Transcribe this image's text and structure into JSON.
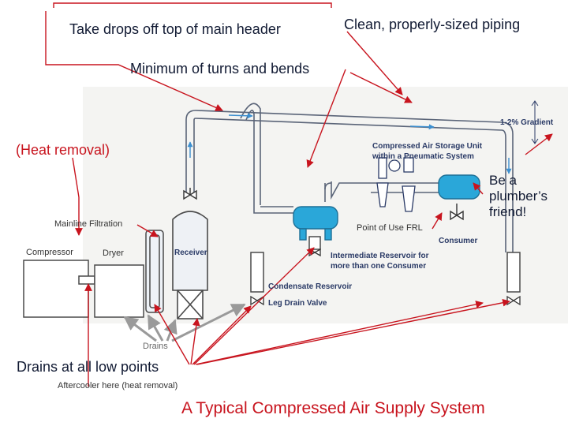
{
  "callouts": {
    "top_header": "Take drops off top of main header",
    "piping": "Clean, properly-sized piping",
    "turns": "Minimum of turns and bends",
    "heat_removal": "(Heat removal)",
    "plumber": "Be a\nplumber’s\nfriend!",
    "drains_all": "Drains at all low points",
    "aftercooler": "Aftercooler here (heat removal)",
    "title": "A Typical Compressed Air Supply System"
  },
  "diagram_labels": {
    "gradient": "1-2% Gradient",
    "storage_line1": "Compressed Air Storage Unit",
    "storage_line2": "within a Pneumatic System",
    "mainline_filtration": "Mainline Filtration",
    "point_of_use": "Point of Use FRL",
    "compressor": "Compressor",
    "dryer": "Dryer",
    "receiver": "Receiver",
    "consumer": "Consumer",
    "intermediate_line1": "Intermediate Reservoir for",
    "intermediate_line2": "more than one Consumer",
    "condensate": "Condensate Reservoir",
    "leg_drain": "Leg Drain Valve",
    "drains": "Drains"
  },
  "colors": {
    "annotation_red": "#c8141e",
    "pipe_outline": "#5a6478",
    "equipment_blue": "#2aa7d9",
    "text_dark": "#2a3a66"
  }
}
